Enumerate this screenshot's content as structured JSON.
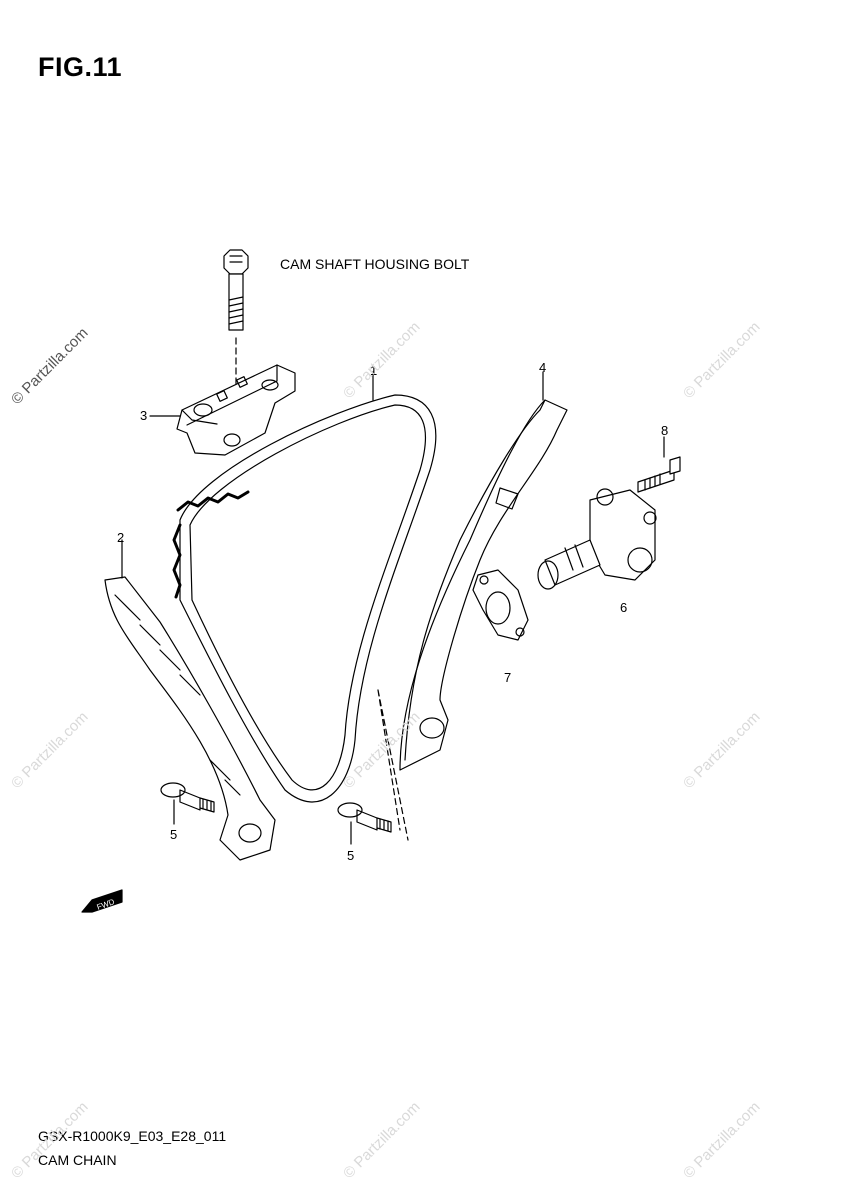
{
  "figure": {
    "title": "FIG.11"
  },
  "caption": {
    "bolt_label": "CAM SHAFT HOUSING BOLT"
  },
  "callouts": [
    "1",
    "2",
    "3",
    "4",
    "5",
    "5",
    "6",
    "7",
    "8"
  ],
  "footer": {
    "model": "GSX-R1000K9_E03_E28_011",
    "section": "CAM CHAIN"
  },
  "arrow": {
    "label": "FWD"
  },
  "watermark": {
    "text": "© Partzilla.com"
  }
}
